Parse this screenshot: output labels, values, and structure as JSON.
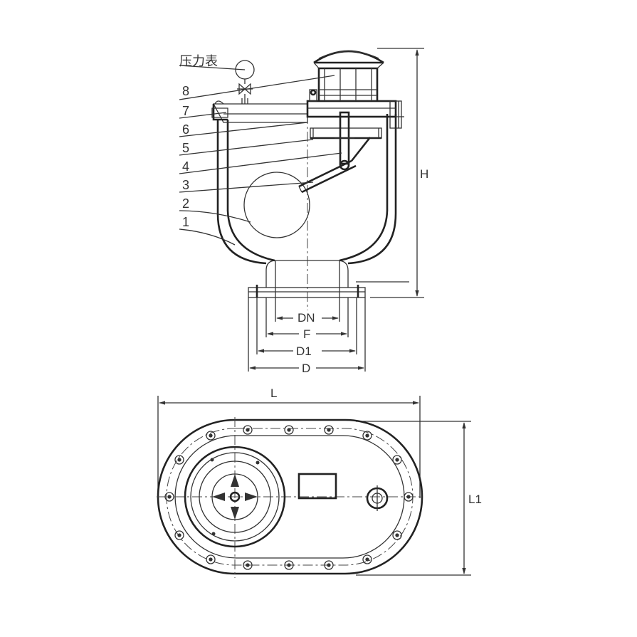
{
  "part_labels": {
    "gauge": "压力表",
    "p8": "8",
    "p7": "7",
    "p6": "6",
    "p5": "5",
    "p4": "4",
    "p3": "3",
    "p2": "2",
    "p1": "1"
  },
  "dimension_labels": {
    "H": "H",
    "DN": "DN",
    "F": "F",
    "D1": "D1",
    "D": "D",
    "L": "L",
    "L1": "L1"
  }
}
